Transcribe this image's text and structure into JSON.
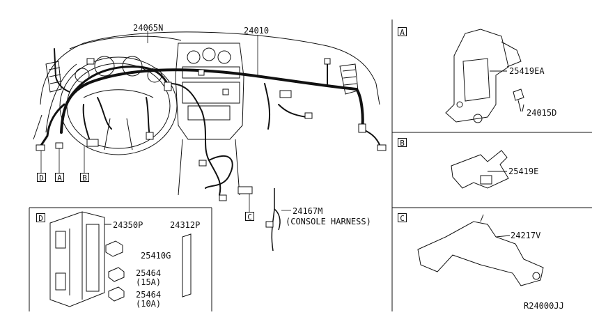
{
  "diagram_id": "R24000JJ",
  "main": {
    "part_labels": [
      "24065N",
      "24010",
      "24167M",
      "(CONSOLE HARNESS)"
    ],
    "callouts": [
      "D",
      "A",
      "B",
      "C"
    ]
  },
  "panel_a": {
    "tag": "A",
    "parts": [
      "25419EA",
      "24015D"
    ]
  },
  "panel_b": {
    "tag": "B",
    "parts": [
      "25419E"
    ]
  },
  "panel_c": {
    "tag": "C",
    "parts": [
      "24217V"
    ]
  },
  "panel_d": {
    "tag": "D",
    "parts": [
      "24350P",
      "24312P",
      "25410G",
      "25464",
      "(15A)",
      "25464",
      "(10A)"
    ]
  }
}
